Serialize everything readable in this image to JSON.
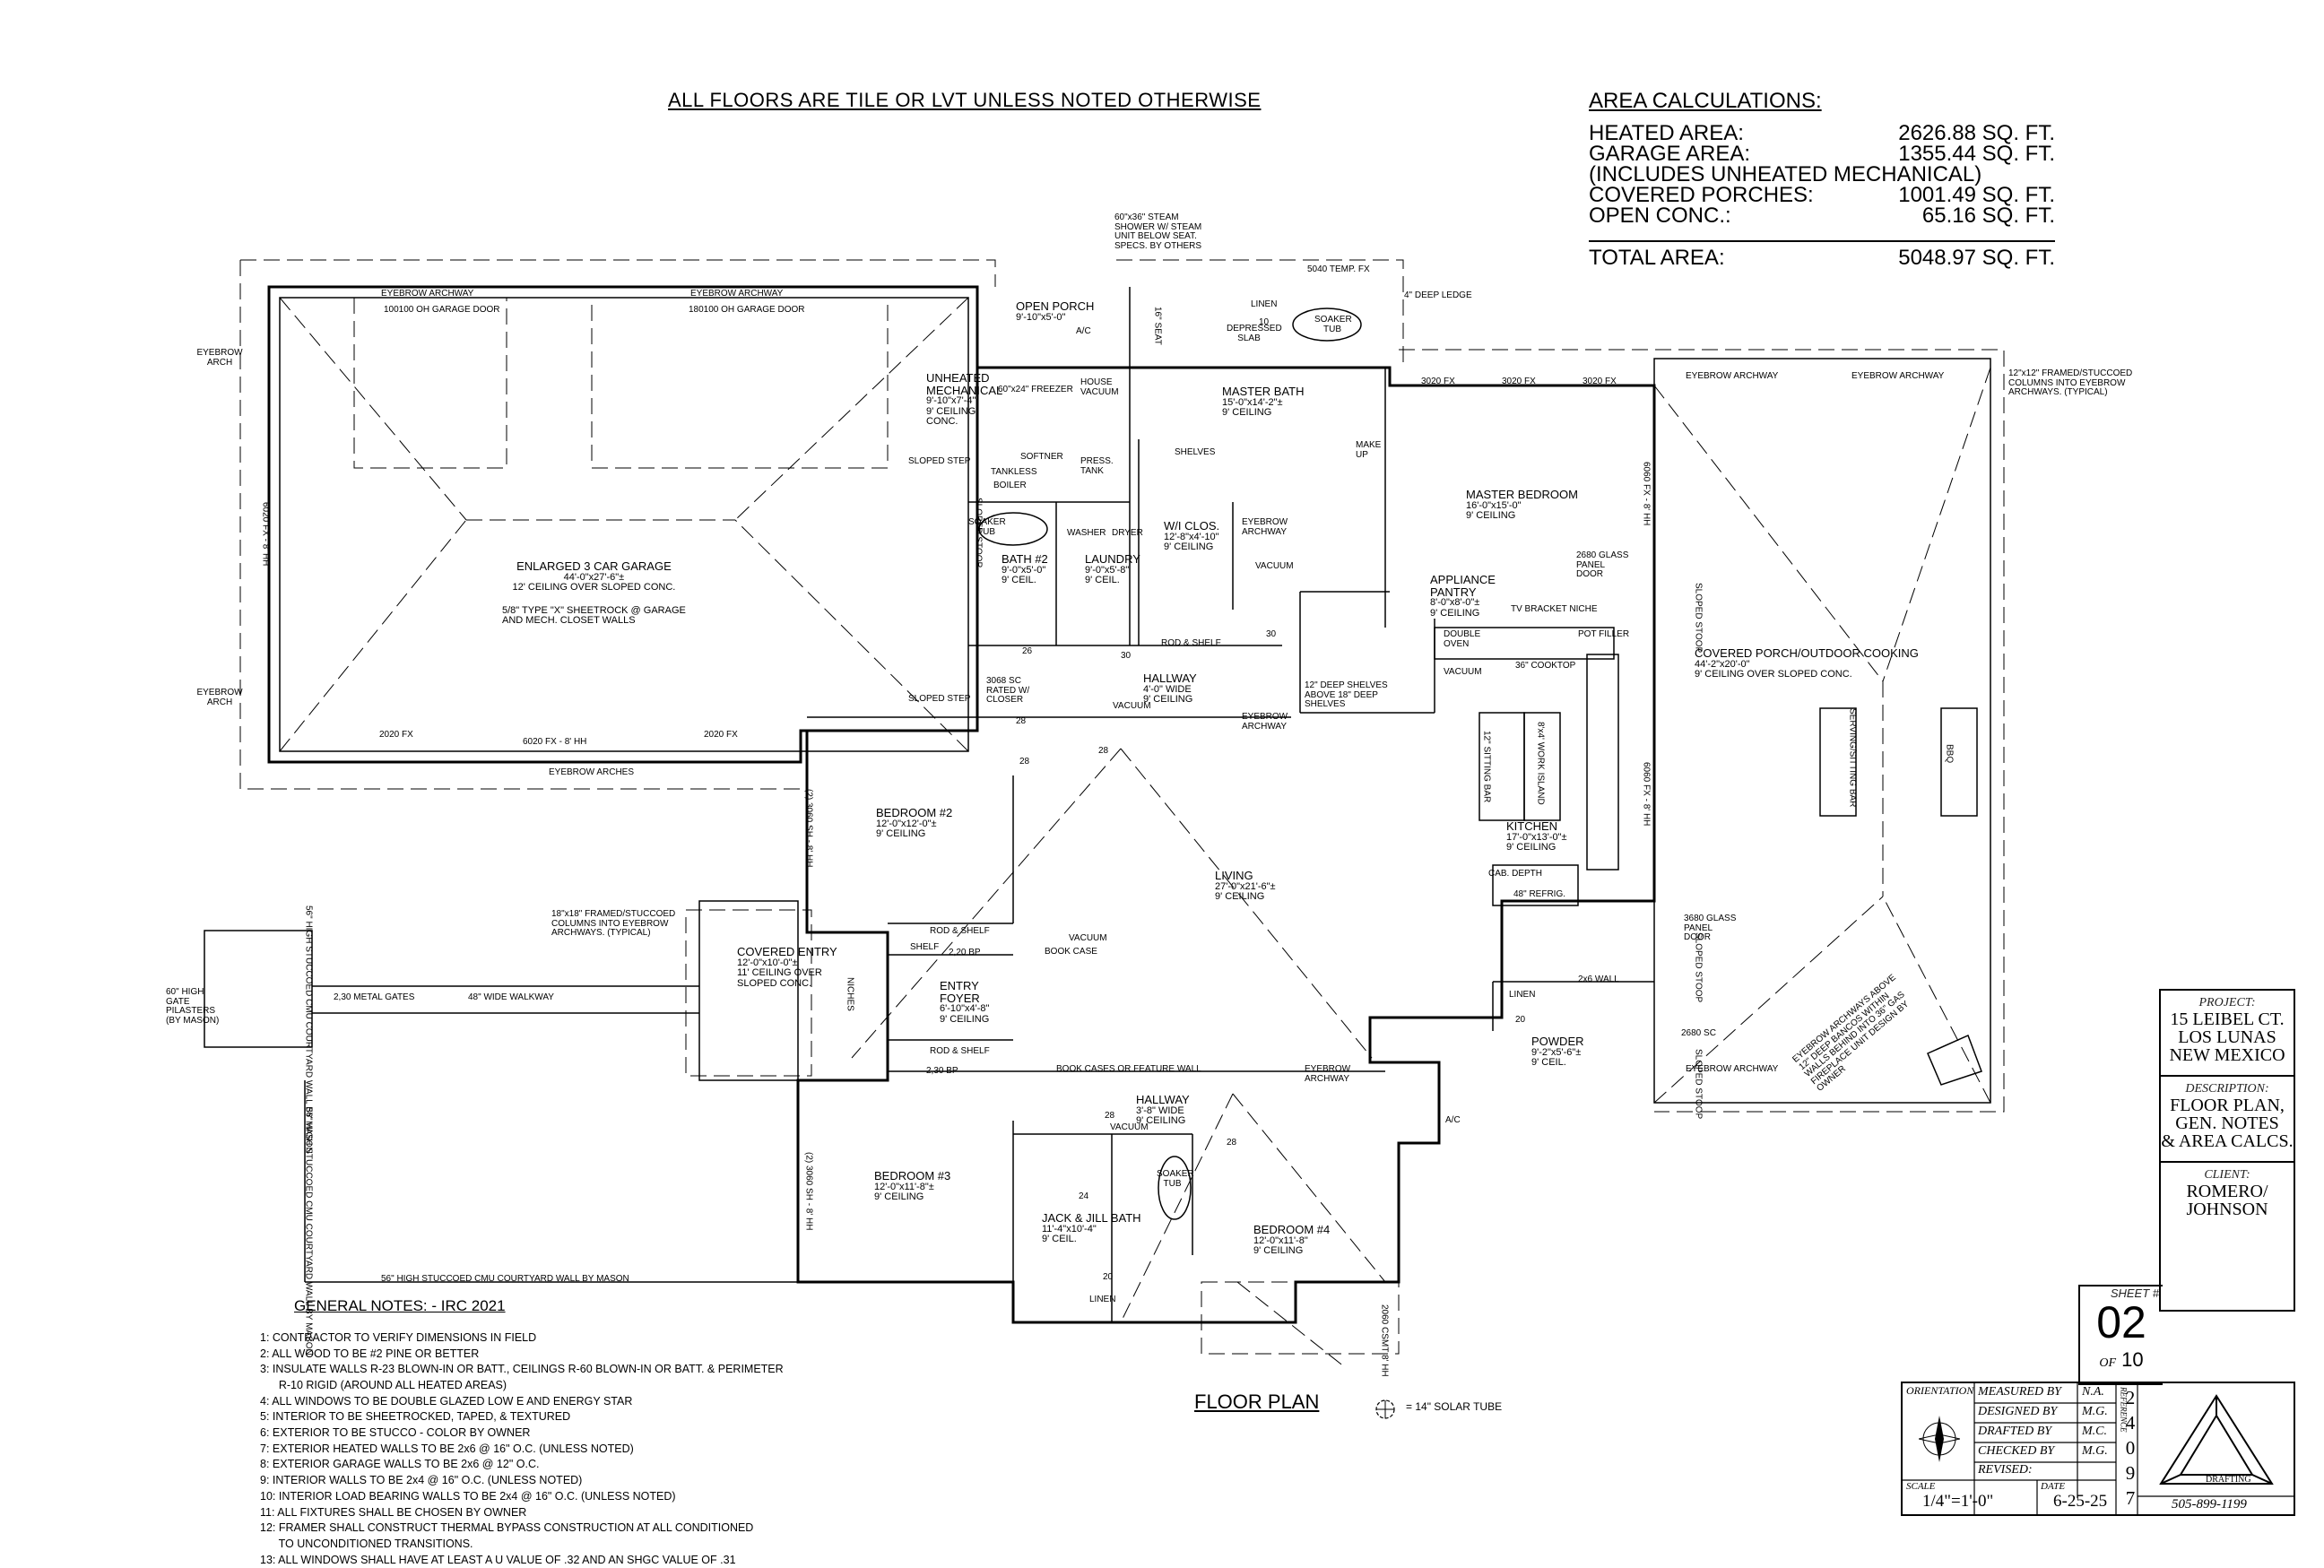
{
  "header": {
    "note": "ALL FLOORS ARE TILE OR LVT UNLESS NOTED OTHERWISE"
  },
  "area_calc": {
    "title": "AREA CALCULATIONS:",
    "rows": [
      {
        "label": "HEATED AREA:",
        "value": "2626.88 SQ. FT."
      },
      {
        "label": "GARAGE AREA:",
        "value": "1355.44 SQ. FT."
      },
      {
        "label": "(INCLUDES UNHEATED MECHANICAL)",
        "value": ""
      },
      {
        "label": "COVERED PORCHES:",
        "value": "1001.49 SQ. FT."
      },
      {
        "label": "OPEN CONC.:",
        "value": "65.16 SQ. FT."
      }
    ],
    "total_label": "TOTAL AREA:",
    "total_value": "5048.97 SQ. FT."
  },
  "rooms": {
    "garage": {
      "name": "ENLARGED 3 CAR GARAGE",
      "dim": "44'-0\"x27'-6\"±",
      "ceil": "12' CEILING OVER SLOPED CONC.",
      "note1": "5/8\" TYPE \"X\" SHEETROCK @ GARAGE",
      "note2": "AND MECH. CLOSET WALLS"
    },
    "mech": {
      "name": "UNHEATED MECHANICAL",
      "dim": "9'-10\"x7'-4\"",
      "ceil": "9' CEILING",
      "note": "CONC."
    },
    "open_porch": {
      "name": "OPEN PORCH",
      "dim": "9'-10\"x5'-0\""
    },
    "master_bath": {
      "name": "MASTER BATH",
      "dim": "15'-0\"x14'-2\"±",
      "ceil": "9' CEILING"
    },
    "master_bed": {
      "name": "MASTER BEDROOM",
      "dim": "16'-0\"x15'-0\"",
      "ceil": "9' CEILING"
    },
    "bath2": {
      "name": "BATH #2",
      "dim": "9'-0\"x5'-0\"",
      "ceil": "9' CEIL."
    },
    "laundry": {
      "name": "LAUNDRY",
      "dim": "9'-0\"x5'-8\"",
      "ceil": "9' CEIL."
    },
    "wi_clos": {
      "name": "W/I CLOS.",
      "dim": "12'-8\"x4'-10\"",
      "ceil": "9' CEILING"
    },
    "app_pantry": {
      "name": "APPLIANCE PANTRY",
      "dim": "8'-0\"x8'-0\"±",
      "ceil": "9' CEILING"
    },
    "hallway1": {
      "name": "HALLWAY",
      "dim": "4'-0\" WIDE",
      "ceil": "9' CEILING"
    },
    "bedroom2": {
      "name": "BEDROOM #2",
      "dim": "12'-0\"x12'-0\"±",
      "ceil": "9' CEILING"
    },
    "living": {
      "name": "LIVING",
      "dim": "27'-0\"x21'-6\"±",
      "ceil": "9' CEILING"
    },
    "kitchen": {
      "name": "KITCHEN",
      "dim": "17'-0\"x13'-0\"±",
      "ceil": "9' CEILING"
    },
    "cov_porch": {
      "name": "COVERED PORCH/OUTDOOR COOKING",
      "dim": "44'-2\"x20'-0\"",
      "ceil": "9' CEILING OVER SLOPED CONC."
    },
    "cov_entry": {
      "name": "COVERED ENTRY",
      "dim": "12'-0\"x10'-0\"±",
      "ceil": "11' CEILING OVER",
      "note": "SLOPED CONC."
    },
    "entry_foyer": {
      "name": "ENTRY FOYER",
      "dim": "6'-10\"x4'-8\"",
      "ceil": "9' CEILING"
    },
    "powder": {
      "name": "POWDER",
      "dim": "9'-2\"x5'-6\"±",
      "ceil": "9' CEIL."
    },
    "hallway2": {
      "name": "HALLWAY",
      "dim": "3'-8\" WIDE",
      "ceil": "9' CEILING"
    },
    "bedroom3": {
      "name": "BEDROOM #3",
      "dim": "12'-0\"x11'-8\"±",
      "ceil": "9' CEILING"
    },
    "jj_bath": {
      "name": "JACK & JILL BATH",
      "dim": "11'-4\"x10'-4\"",
      "ceil": "9' CEIL."
    },
    "bedroom4": {
      "name": "BEDROOM #4",
      "dim": "12'-0\"x11'-8\"",
      "ceil": "9' CEILING"
    }
  },
  "labels": {
    "eyebrow_archway": "EYEBROW ARCHWAY",
    "eyebrow_arch": "EYEBROW ARCH",
    "eyebrow_arches": "EYEBROW ARCHES",
    "garage_door1": "100100 OH GARAGE DOOR",
    "garage_door2": "180100 OH GARAGE DOOR",
    "steam_shower": "60\"x36\" STEAM SHOWER W/ STEAM UNIT BELOW SEAT. SPECS. BY OTHERS",
    "temp_fx": "5040 TEMP. FX",
    "hh8": "8' HH",
    "deep_ledge": "4\" DEEP LEDGE",
    "depressed_slab": "DEPRESSED SLAB",
    "soaker_tub": "SOAKER TUB",
    "linen": "LINEN",
    "freezer": "60\"x24\" FREEZER",
    "house_vacuum": "HOUSE VACUUM",
    "tankless": "TANKLESS",
    "softner": "SOFTNER",
    "press_tank": "PRESS. TANK",
    "boiler": "BOILER",
    "washer": "WASHER",
    "dryer": "DRYER",
    "shelves": "SHELVES",
    "make_up": "MAKE UP",
    "vacuum": "VACUUM",
    "rod_shelf": "ROD & SHELF",
    "fx3020": "3020 FX",
    "fx6060": "6060 FX - 8' HH",
    "glass_door_2680": "2680 GLASS PANEL DOOR",
    "tv_niche": "TV BRACKET NICHE",
    "double_oven": "DOUBLE OVEN",
    "pot_filler": "POT FILLER",
    "cooktop": "36\" COOKTOP",
    "deep_shelves": "12\" DEEP SHELVES ABOVE 18\" DEEP SHELVES",
    "sitting_bar": "12\" SITTING BAR",
    "work_island": "8'x4' WORK ISLAND",
    "cab_depth": "CAB. DEPTH",
    "refrig": "48\" REFRIG.",
    "glass_door_3680": "3680 GLASS PANEL DOOR",
    "sloped_stoop": "SLOPED STOOP",
    "sloped_step": "SLOPED STEP",
    "fx2020": "2020 FX",
    "fx6020": "6020 FX - 8' HH",
    "fx6020v": "6020 FX - 8' HH",
    "sc3068": "3068 SC RATED W/ CLOSER",
    "sc2680": "2680 SC",
    "book_case": "BOOK CASE",
    "book_cases_wall": "BOOK CASES OR FEATURE WALL",
    "shelf": "SHELF",
    "bp220": "2,20 BP",
    "bp230": "2,30 BP",
    "sh3060": "(2) 3060 SH - 8' HH",
    "columns_note": "18\"x18\" FRAMED/STUCCOED COLUMNS INTO EYEBROW ARCHWAYS. (TYPICAL)",
    "columns_note2": "12\"x12\" FRAMED/STUCCOED COLUMNS INTO EYEBROW ARCHWAYS. (TYPICAL)",
    "walkway": "48\" WIDE WALKWAY",
    "metal_gates": "2,30 METAL GATES",
    "gate_pilasters": "60\" HIGH GATE PILASTERS (BY MASON)",
    "cmu_wall": "56\" HIGH STUCCOED CMU COURTYARD WALL BY MASON",
    "cmu_wall_v1": "56\" HIGH STUCCOED CMU COURTYARD WALL BY MASON",
    "cmu_wall_v2": "56\" HIGH STUCCOED CMU COURTYARD WALL BY MASON",
    "niches": "NICHES",
    "serving_bar": "SERVING/SITTING BAR",
    "bbq": "BBQ",
    "ac": "A/C",
    "fireplace_note": "EYEBROW ARCHWAYS ABOVE 12\" DEEP BANCOS WITHIN WALLS BEHIND INTO 36\" GAS FIREPLACE UNIT DESIGN BY OWNER",
    "csmt": "2060 CSMT 8' HH",
    "ceiling_2x6": "2x6 WALL",
    "n28": "28",
    "n30": "30",
    "n26": "26",
    "n24": "24",
    "n20": "20",
    "n10": "10",
    "seat": "16\" SEAT"
  },
  "general_notes": {
    "title": "GENERAL NOTES: - IRC 2021",
    "items": [
      "1:  CONTRACTOR TO VERIFY DIMENSIONS IN FIELD",
      "2:  ALL WOOD TO BE #2 PINE OR BETTER",
      "3:  INSULATE WALLS R-23 BLOWN-IN OR BATT., CEILINGS R-60 BLOWN-IN OR BATT. & PERIMETER",
      "      R-10 RIGID (AROUND ALL HEATED AREAS)",
      "4:  ALL WINDOWS TO BE DOUBLE GLAZED LOW E AND ENERGY STAR",
      "5:  INTERIOR TO BE SHEETROCKED, TAPED, & TEXTURED",
      "6:  EXTERIOR TO BE STUCCO - COLOR BY OWNER",
      "7:  EXTERIOR HEATED WALLS TO BE 2x6 @ 16\" O.C. (UNLESS NOTED)",
      "8:  EXTERIOR GARAGE WALLS TO BE 2x6 @ 12\" O.C.",
      "9:  INTERIOR WALLS TO BE 2x4 @ 16\" O.C. (UNLESS NOTED)",
      "10:  INTERIOR LOAD BEARING WALLS TO BE 2x4 @ 16\" O.C. (UNLESS NOTED)",
      "11: ALL FIXTURES SHALL BE CHOSEN BY OWNER",
      "12: FRAMER SHALL CONSTRUCT THERMAL BYPASS CONSTRUCTION AT ALL CONDITIONED",
      "      TO UNCONDITIONED TRANSITIONS.",
      "13: ALL WINDOWS SHALL HAVE AT LEAST A U VALUE OF .32 AND AN SHGC VALUE OF .31"
    ]
  },
  "floor_plan_title": "FLOOR PLAN",
  "legend": {
    "text": "= 14\" SOLAR TUBE"
  },
  "title_block": {
    "project_label": "PROJECT:",
    "project_lines": [
      "15 LEIBEL CT.",
      "LOS LUNAS",
      "NEW MEXICO"
    ],
    "desc_label": "DESCRIPTION:",
    "desc_lines": [
      "FLOOR PLAN,",
      "GEN. NOTES",
      "& AREA CALCS."
    ],
    "client_label": "CLIENT:",
    "client_lines": [
      "ROMERO/",
      "JOHNSON"
    ],
    "sheet_label": "SHEET #",
    "sheet_no": "02",
    "of_label": "OF",
    "of_total": "10",
    "orientation_label": "ORIENTATION",
    "measured_by": "MEASURED BY",
    "measured_val": "N.A.",
    "designed_by": "DESIGNED BY",
    "designed_val": "M.G.",
    "drafted_by": "DRAFTED BY",
    "drafted_val": "M.C.",
    "checked_by": "CHECKED BY",
    "checked_val": "M.G.",
    "revised": "REVISED:",
    "scale_label": "SCALE",
    "scale_val": "1/4\"=1'-0\"",
    "date_label": "DATE",
    "date_val": "6-25-25",
    "ref_label": "REFERENCE",
    "ref_digits": [
      "2",
      "4",
      "0",
      "9",
      "7"
    ],
    "phone": "505-899-1199",
    "logo_text": "DRAFTING"
  }
}
